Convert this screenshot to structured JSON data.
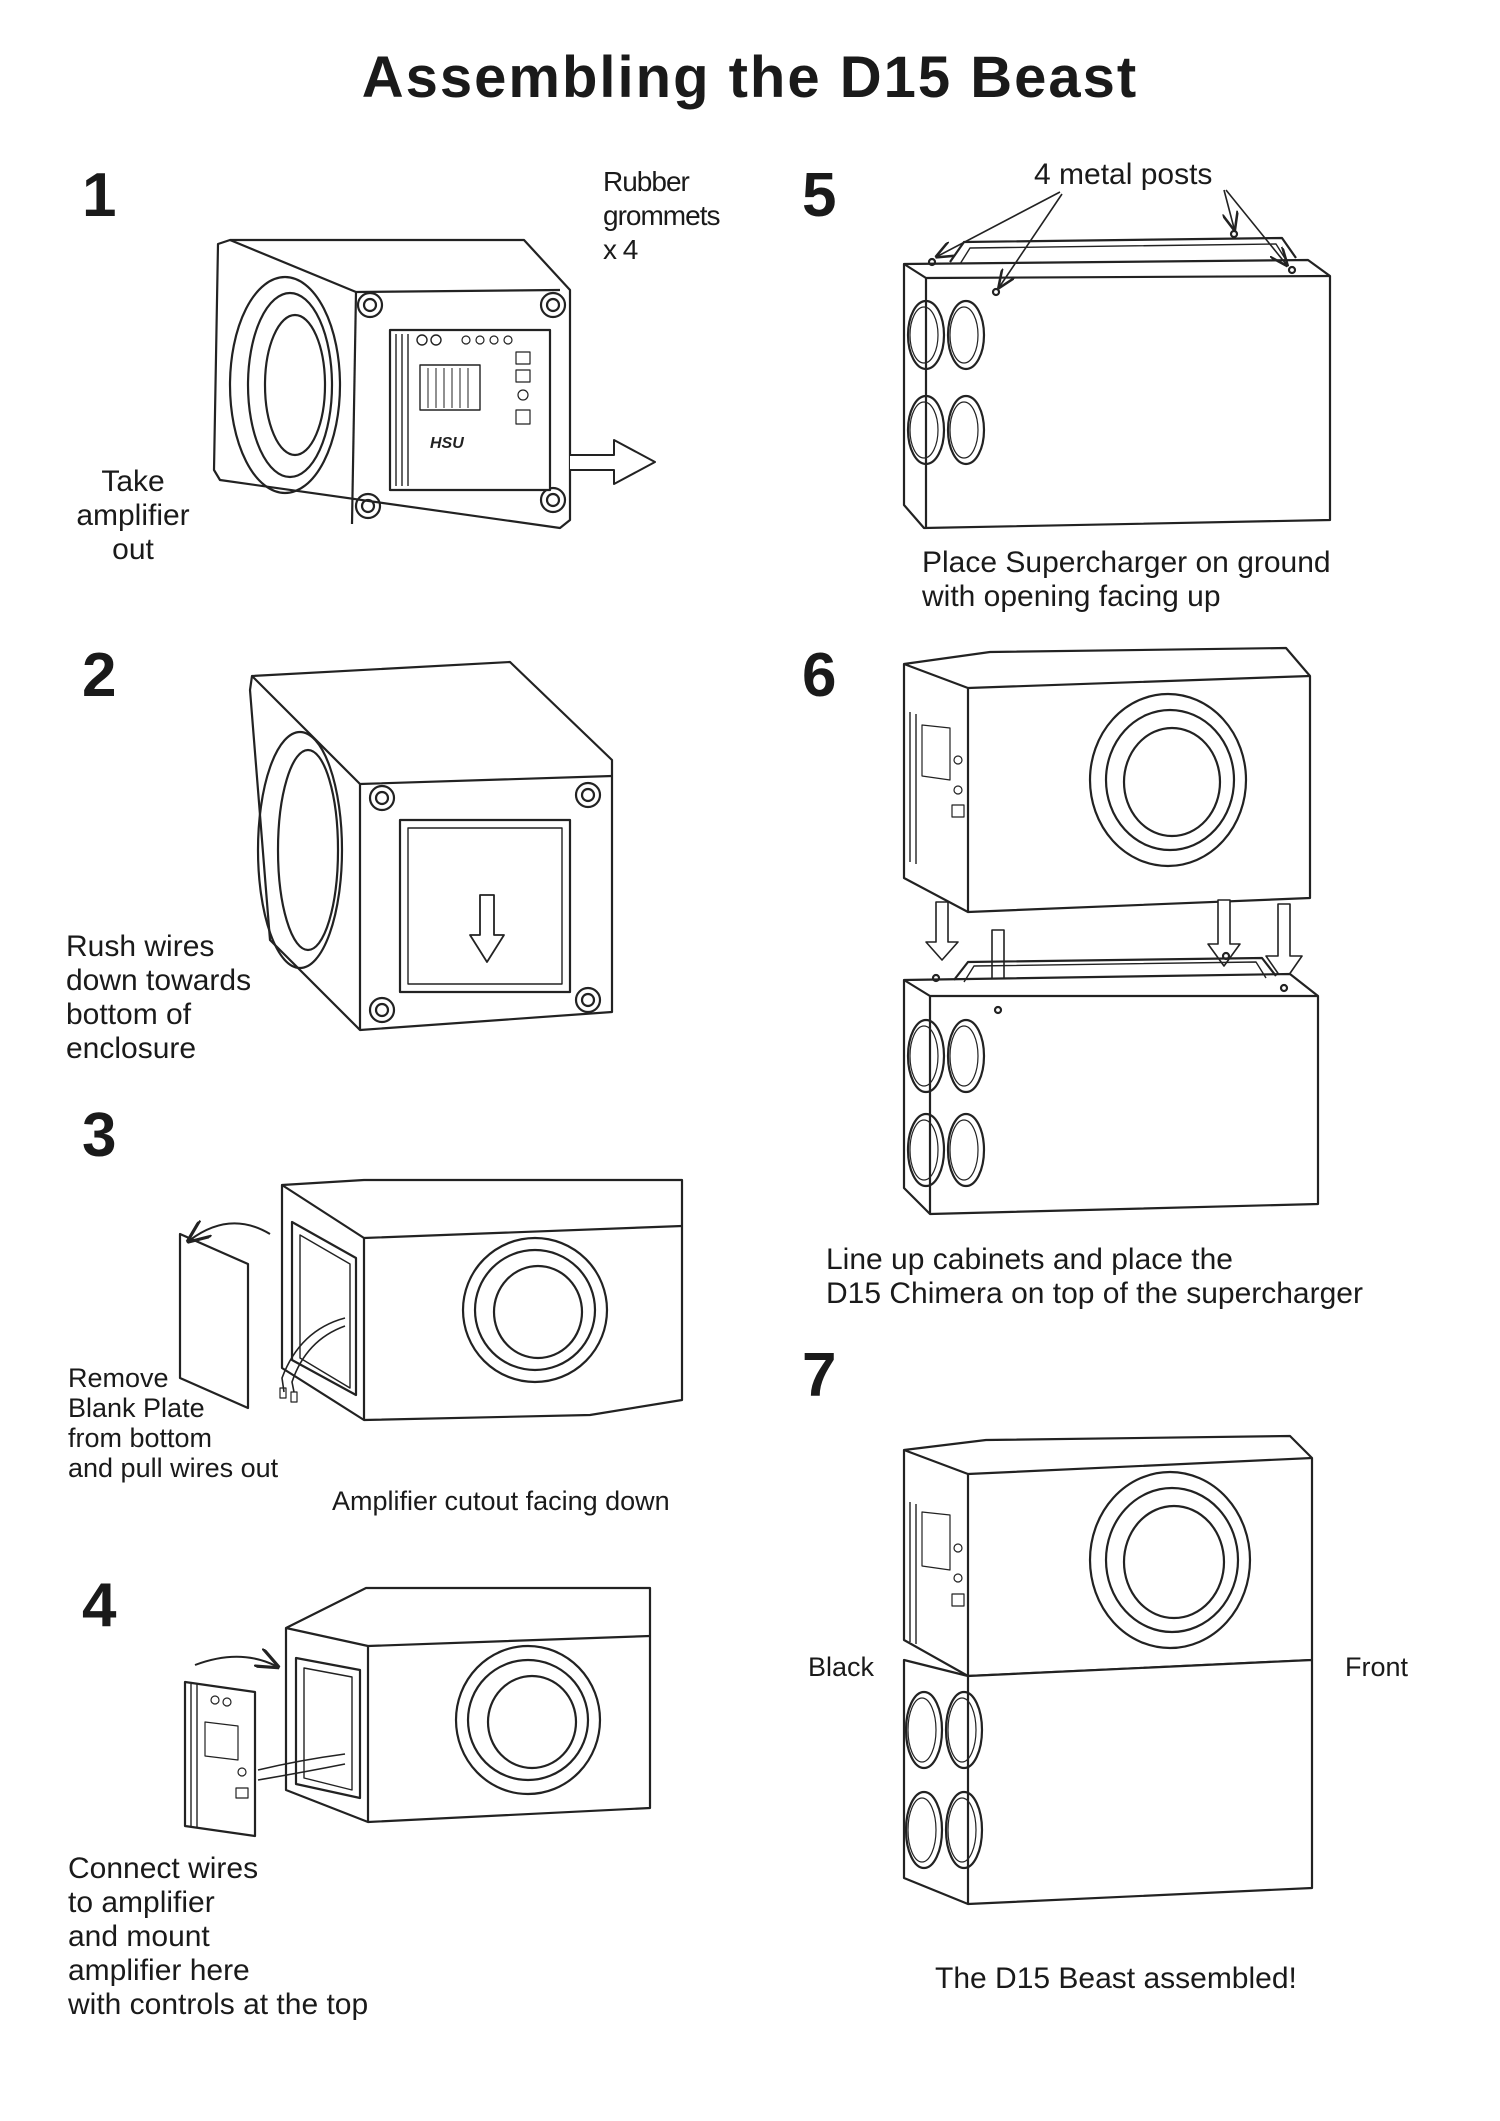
{
  "title": "Assembling the D15 Beast",
  "steps": [
    {
      "number": "1",
      "caption": "Take\namplifier\n  out",
      "note": "Rubber\ngrommets\nx 4"
    },
    {
      "number": "2",
      "caption": "Rush wires\ndown towards\nbottom of\nenclosure"
    },
    {
      "number": "3",
      "caption": "Remove\nBlank Plate\nfrom bottom\nand pull wires out",
      "note": "Amplifier cutout facing down"
    },
    {
      "number": "4",
      "caption": "Connect wires\nto amplifier\nand mount\namplifier here\nwith controls at the top"
    },
    {
      "number": "5",
      "caption": "Place Supercharger on ground\nwith opening facing up",
      "note": "4 metal posts"
    },
    {
      "number": "6",
      "caption": "Line up cabinets and place the\nD15 Chimera on top of the supercharger"
    },
    {
      "number": "7",
      "caption": "The D15 Beast assembled!",
      "left_label": "Black",
      "right_label": "Front"
    }
  ],
  "logo_text": "HSU"
}
